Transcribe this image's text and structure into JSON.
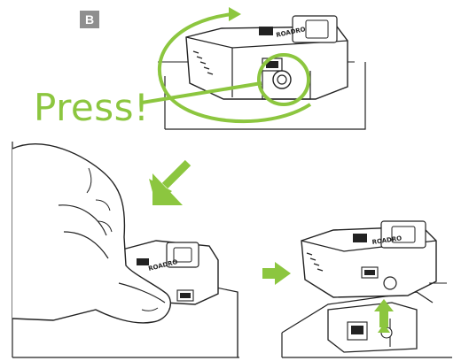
{
  "step": {
    "badge": "B"
  },
  "instruction": {
    "press_label": "Press!"
  },
  "device": {
    "brand_label": "ROADRO"
  },
  "colors": {
    "accent": "#8cc63f",
    "badge_bg": "#8f8f8f",
    "line": "#222222"
  },
  "icons": {
    "rotate_arrow": "curved-arrow-icon",
    "down_arrow": "arrow-down-left-icon",
    "right_arrow": "arrow-right-icon",
    "lift_arrow": "arrow-up-icon"
  }
}
